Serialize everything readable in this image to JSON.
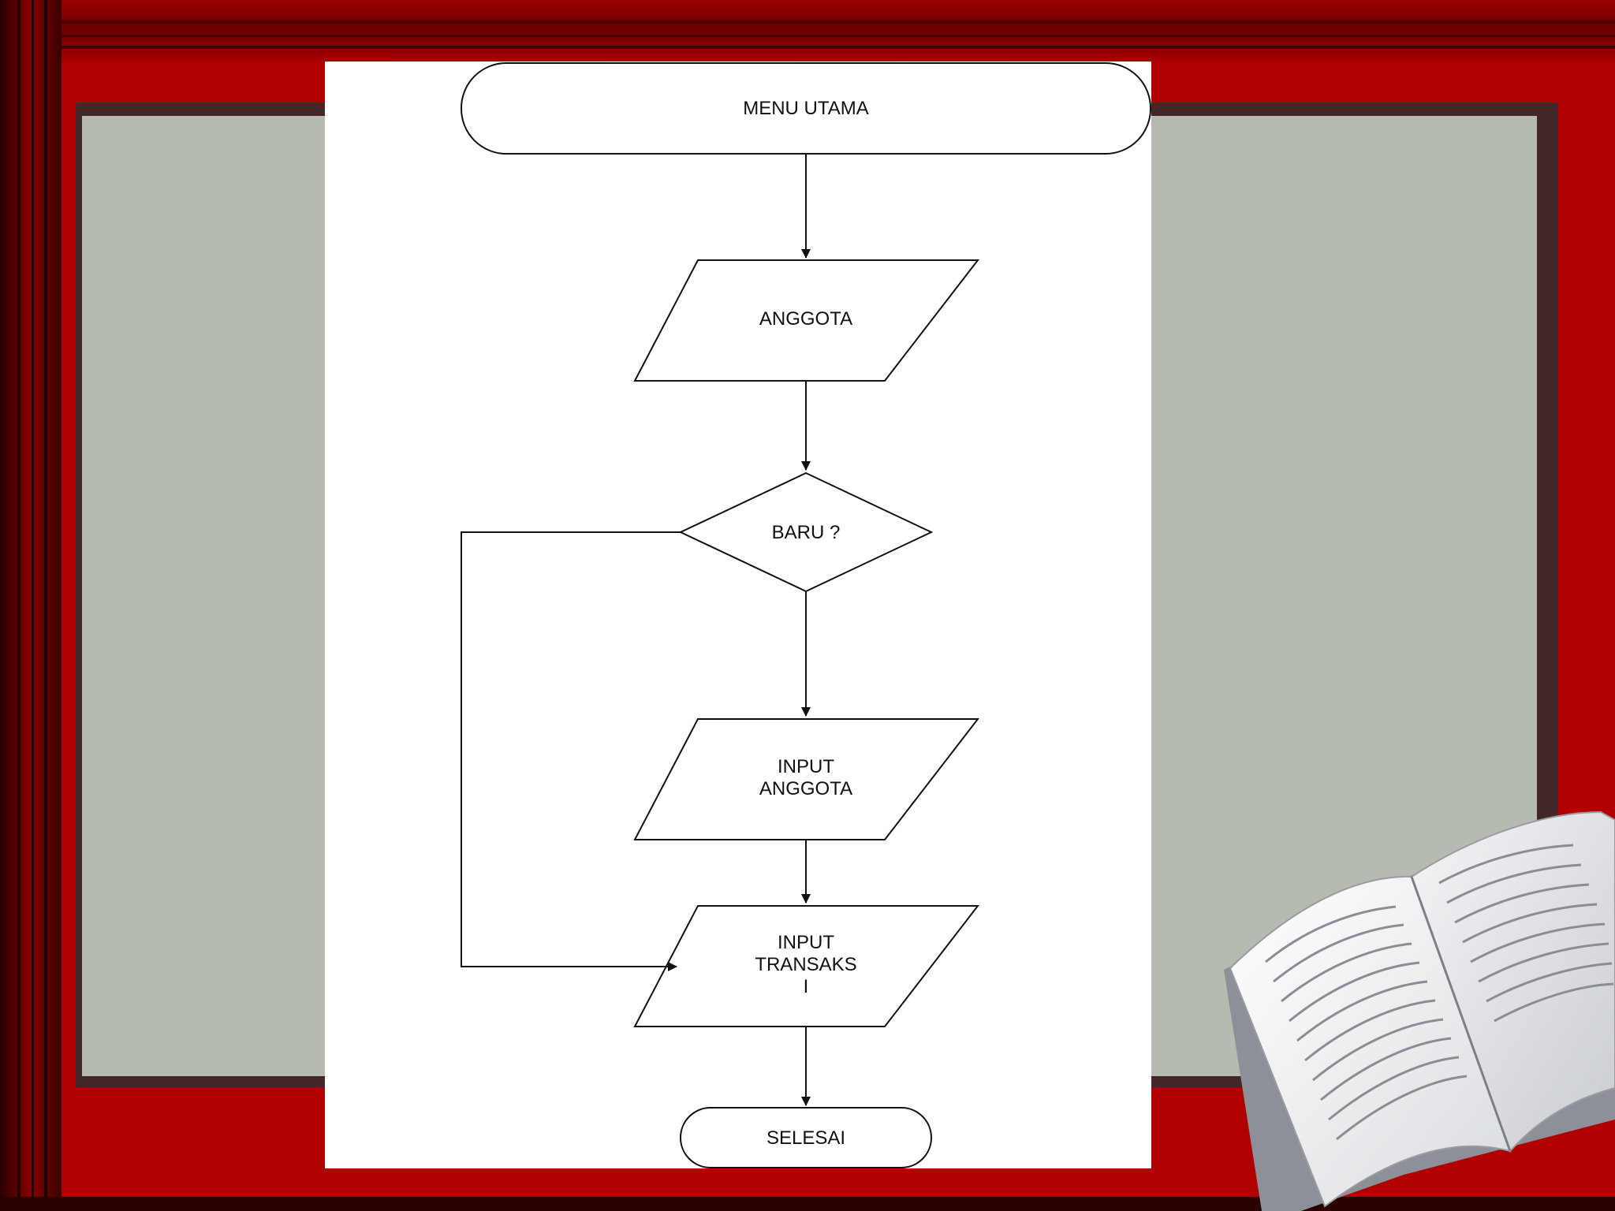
{
  "colors": {
    "frame_red": "#b00000",
    "frame_dark": "#5a0000",
    "panel_gray": "#b6bbb1",
    "canvas_white": "#ffffff",
    "stroke": "#111111"
  },
  "flowchart": {
    "start": "MENU UTAMA",
    "anggota": "ANGGOTA",
    "decision": "BARU ?",
    "input_anggota": [
      "INPUT",
      "ANGGOTA"
    ],
    "input_transaksi": [
      "INPUT",
      "TRANSAKS",
      "I"
    ],
    "end": "SELESAI"
  },
  "decoration": {
    "book_icon": "open-book-icon"
  }
}
